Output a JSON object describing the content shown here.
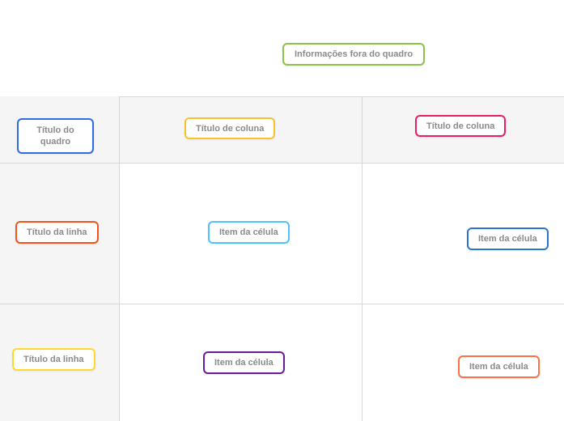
{
  "outside_info": {
    "label": "Informações fora do quadro",
    "border_color": "#8bc34a"
  },
  "board": {
    "title": {
      "label": "Título do quadro",
      "border_color": "#2d6ce5"
    },
    "columns": [
      {
        "label": "Título de coluna",
        "border_color": "#fbc02d"
      },
      {
        "label": "Título de coluna",
        "border_color": "#e91e63"
      }
    ],
    "rows": [
      {
        "label": "Título da linha",
        "border_color": "#f4511e",
        "cells": [
          {
            "label": "Item da célula",
            "border_color": "#4fc3f7"
          },
          {
            "label": "Item da célula",
            "border_color": "#2a74cf"
          }
        ]
      },
      {
        "label": "Título da linha",
        "border_color": "#fdd835",
        "cells": [
          {
            "label": "Item da célula",
            "border_color": "#6a1b9a"
          },
          {
            "label": "Item da célula",
            "border_color": "#ff7043"
          }
        ]
      }
    ]
  }
}
